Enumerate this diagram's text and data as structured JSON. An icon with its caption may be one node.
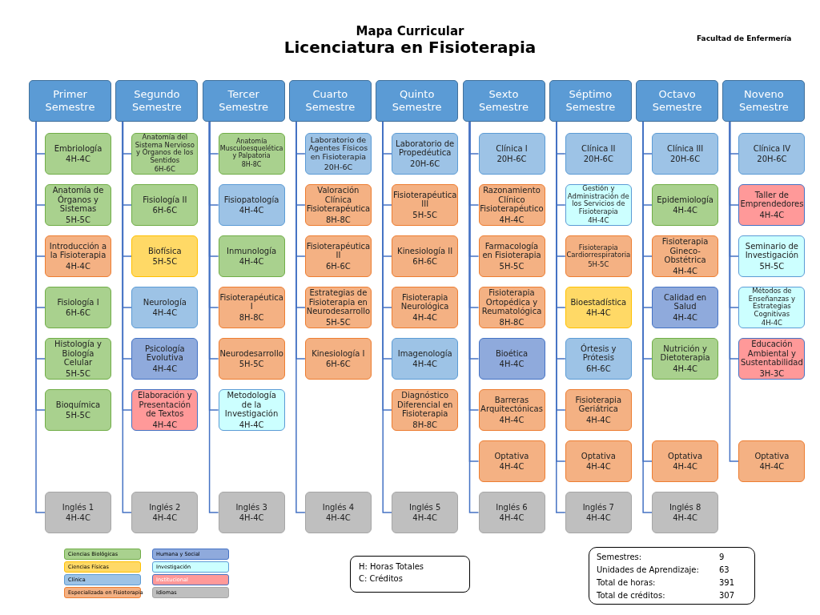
{
  "diagram": {
    "title": "Mapa Curricular",
    "nodes": [
      {
        "text": [
          "Primer Semestre"
        ]
      },
      {
        "text": [
          "Embriología",
          "4H-4C"
        ]
      },
      {
        "text": [
          "Anatomía de Órganos y Sistemas",
          "5H-5C"
        ]
      },
      {
        "text": [
          "Introducción a la Fisioterapia",
          "4H-4C"
        ]
      },
      {
        "text": [
          "Fisiología I",
          "6H-6C"
        ]
      },
      {
        "text": [
          "Histología y Biología Celular",
          "5H-5C"
        ]
      },
      {
        "text": [
          "Bioquímica",
          "5H-5C"
        ]
      },
      {
        "text": [
          "Inglés 1",
          "4H-4C"
        ]
      },
      {
        "text": [
          "Segundo Semestre"
        ]
      },
      {
        "text": [
          "Anatomía del Sistema Nervioso y Órganos de los Sentidos",
          "6H-6C"
        ]
      },
      {
        "text": [
          "Fisiología II",
          "6H-6C"
        ]
      },
      {
        "text": [
          "Biofísica",
          "5H-5C"
        ]
      },
      {
        "text": [
          "Neurología",
          "4H-4C"
        ]
      },
      {
        "text": [
          "Psicología Evolutiva",
          "4H-4C"
        ]
      },
      {
        "text": [
          "Elaboración y Presentación de Textos",
          "4H-4C"
        ]
      },
      {
        "text": [
          "Inglés 2",
          "4H-4C"
        ]
      },
      {
        "text": [
          "Tercer Semestre"
        ]
      },
      {
        "text": [
          "Anatomía Musculoesquelética y Palpatoria",
          "8H-8C"
        ]
      },
      {
        "text": [
          "Fisiopatología",
          "4H-4C"
        ]
      },
      {
        "text": [
          "Inmunología",
          "4H-4C"
        ]
      },
      {
        "text": [
          "Fisioterapéutica I",
          "8H-8C"
        ]
      },
      {
        "text": [
          "Neurodesarrollo",
          "5H-5C"
        ]
      },
      {
        "text": [
          "Metodología de la Investigación",
          "4H-4C"
        ]
      },
      {
        "text": [
          "Inglés 3",
          "4H-4C"
        ]
      },
      {
        "text": [
          "Cuarto Semestre"
        ]
      },
      {
        "text": [
          "Laboratorio de Agentes Físicos en Fisioterapia",
          "20H-6C"
        ]
      },
      {
        "text": [
          "Valoración Clínica Fisioterapéutica",
          "8H-8C"
        ]
      },
      {
        "text": [
          "Fisioterapéutica II",
          "6H-6C"
        ]
      },
      {
        "text": [
          "Estrategias de Fisioterapia en Neurodesarrollo",
          "5H-5C"
        ]
      },
      {
        "text": [
          "Kinesiología I",
          "6H-6C"
        ]
      },
      {
        "text": [
          "Inglés 4",
          "4H-4C"
        ]
      },
      {
        "text": [
          "Quinto Semestre"
        ]
      },
      {
        "text": [
          "Laboratorio de Propedéutica",
          "20H-6C"
        ]
      },
      {
        "text": [
          "Fisioterapéutica III",
          "5H-5C"
        ]
      },
      {
        "text": [
          "Kinesiología II",
          "6H-6C"
        ]
      },
      {
        "text": [
          "Fisioterapia Neurológica",
          "4H-4C"
        ]
      },
      {
        "text": [
          "Imagenología",
          "4H-4C"
        ]
      },
      {
        "text": [
          "Diagnóstico Diferencial en Fisioterapia",
          "8H-8C"
        ]
      },
      {
        "text": [
          "Inglés 5",
          "4H-4C"
        ]
      },
      {
        "text": [
          "Sexto Semestre"
        ]
      },
      {
        "text": [
          "Clínica I",
          "20H-6C"
        ]
      },
      {
        "text": [
          "Razonamiento Clínico Fisioterapéutico",
          "4H-4C"
        ]
      },
      {
        "text": [
          "Farmacología en Fisioterapia",
          "5H-5C"
        ]
      },
      {
        "text": [
          "Fisioterapia Ortopédica y Reumatológica",
          "8H-8C"
        ]
      },
      {
        "text": [
          "Bioética",
          "4H-4C"
        ]
      },
      {
        "text": [
          "Barreras Arquitectónicas",
          "4H-4C"
        ]
      },
      {
        "text": [
          "Optativa",
          "4H-4C"
        ]
      },
      {
        "text": [
          "Inglés 6",
          "4H-4C"
        ]
      },
      {
        "text": [
          "Séptimo Semestre"
        ]
      },
      {
        "text": [
          "Clínica II",
          "20H-6C"
        ]
      },
      {
        "text": [
          "Gestión y Administración de los Servicios de Fisioterapia",
          "4H-4C"
        ]
      },
      {
        "text": [
          "Fisioterapia Cardiorrespiratoria",
          "5H-5C"
        ]
      },
      {
        "text": [
          "Bioestadística",
          "4H-4C"
        ]
      },
      {
        "text": [
          "Órtesis y Prótesis",
          "6H-6C"
        ]
      },
      {
        "text": [
          "Fisioterapia Geriátrica",
          "4H-4C"
        ]
      },
      {
        "text": [
          "Optativa",
          "4H-4C"
        ]
      },
      {
        "text": [
          "Inglés 7",
          "4H-4C"
        ]
      },
      {
        "text": [
          "Octavo Semestre"
        ]
      },
      {
        "text": [
          "Clínica III",
          "20H-6C"
        ]
      },
      {
        "text": [
          "Epidemiología",
          "4H-4C"
        ]
      },
      {
        "text": [
          "Fisioterapia Gineco-Obstétrica",
          "4H-4C"
        ]
      },
      {
        "text": [
          "Calidad en Salud",
          "4H-4C"
        ]
      },
      {
        "text": [
          "Nutrición y Dietoterapia",
          "4H-4C"
        ]
      },
      {
        "text": [
          "Optativa",
          "4H-4C"
        ]
      },
      {
        "text": [
          "Inglés 8",
          "4H-4C"
        ]
      },
      {
        "text": [
          "Noveno Semestre"
        ]
      },
      {
        "text": [
          "Clínica IV",
          "20H-6C"
        ]
      },
      {
        "text": [
          "Taller de Emprendedores",
          "4H-4C"
        ]
      },
      {
        "text": [
          "Seminario de Investigación",
          "5H-5C"
        ]
      },
      {
        "text": [
          "Métodos de Enseñanzas y Estrategias Cognitivas",
          "4H-4C"
        ]
      },
      {
        "text": [
          "Educación Ambiental y Sustentabilidad",
          "3H-3C"
        ]
      },
      {
        "text": [
          "Optativa",
          "4H-4C"
        ]
      }
    ],
    "edges": [
      {
        "from": 0,
        "to": 1,
        "arrow": "none"
      },
      {
        "from": 0,
        "to": 2,
        "arrow": "none"
      },
      {
        "from": 0,
        "to": 3,
        "arrow": "none"
      },
      {
        "from": 0,
        "to": 4,
        "arrow": "none"
      },
      {
        "from": 0,
        "to": 5,
        "arrow": "none"
      },
      {
        "from": 0,
        "to": 6,
        "arrow": "none"
      },
      {
        "from": 0,
        "to": 7,
        "arrow": "none"
      },
      {
        "from": 8,
        "to": 9,
        "arrow": "none"
      },
      {
        "from": 8,
        "to": 10,
        "arrow": "none"
      },
      {
        "from": 8,
        "to": 11,
        "arrow": "none"
      },
      {
        "from": 8,
        "to": 12,
        "arrow": "none"
      },
      {
        "from": 8,
        "to": 13,
        "arrow": "none"
      },
      {
        "from": 8,
        "to": 14,
        "arrow": "none"
      },
      {
        "from": 8,
        "to": 15,
        "arrow": "none"
      },
      {
        "from": 16,
        "to": 17,
        "arrow": "none"
      },
      {
        "from": 16,
        "to": 18,
        "arrow": "none"
      },
      {
        "from": 16,
        "to": 19,
        "arrow": "none"
      },
      {
        "from": 16,
        "to": 20,
        "arrow": "none"
      },
      {
        "from": 16,
        "to": 21,
        "arrow": "none"
      },
      {
        "from": 16,
        "to": 22,
        "arrow": "none"
      },
      {
        "from": 16,
        "to": 23,
        "arrow": "none"
      },
      {
        "from": 24,
        "to": 25,
        "arrow": "none"
      },
      {
        "from": 24,
        "to": 26,
        "arrow": "none"
      },
      {
        "from": 24,
        "to": 27,
        "arrow": "none"
      },
      {
        "from": 24,
        "to": 28,
        "arrow": "none"
      },
      {
        "from": 24,
        "to": 29,
        "arrow": "none"
      },
      {
        "from": 24,
        "to": 30,
        "arrow": "none"
      },
      {
        "from": 31,
        "to": 32,
        "arrow": "none"
      },
      {
        "from": 31,
        "to": 33,
        "arrow": "none"
      },
      {
        "from": 31,
        "to": 34,
        "arrow": "none"
      },
      {
        "from": 31,
        "to": 35,
        "arrow": "none"
      },
      {
        "from": 31,
        "to": 36,
        "arrow": "none"
      },
      {
        "from": 31,
        "to": 37,
        "arrow": "none"
      },
      {
        "from": 31,
        "to": 38,
        "arrow": "none"
      },
      {
        "from": 39,
        "to": 40,
        "arrow": "none"
      },
      {
        "from": 39,
        "to": 41,
        "arrow": "none"
      },
      {
        "from": 39,
        "to": 42,
        "arrow": "none"
      },
      {
        "from": 39,
        "to": 43,
        "arrow": "none"
      },
      {
        "from": 39,
        "to": 44,
        "arrow": "none"
      },
      {
        "from": 39,
        "to": 45,
        "arrow": "none"
      },
      {
        "from": 39,
        "to": 46,
        "arrow": "none"
      },
      {
        "from": 39,
        "to": 47,
        "arrow": "none"
      },
      {
        "from": 48,
        "to": 49,
        "arrow": "none"
      },
      {
        "from": 48,
        "to": 50,
        "arrow": "none"
      },
      {
        "from": 48,
        "to": 51,
        "arrow": "none"
      },
      {
        "from": 48,
        "to": 52,
        "arrow": "none"
      },
      {
        "from": 48,
        "to": 53,
        "arrow": "none"
      },
      {
        "from": 48,
        "to": 54,
        "arrow": "none"
      },
      {
        "from": 48,
        "to": 55,
        "arrow": "none"
      },
      {
        "from": 48,
        "to": 56,
        "arrow": "none"
      },
      {
        "from": 57,
        "to": 58,
        "arrow": "none"
      },
      {
        "from": 57,
        "to": 59,
        "arrow": "none"
      },
      {
        "from": 57,
        "to": 60,
        "arrow": "none"
      },
      {
        "from": 57,
        "to": 61,
        "arrow": "none"
      },
      {
        "from": 57,
        "to": 62,
        "arrow": "none"
      },
      {
        "from": 57,
        "to": 63,
        "arrow": "none"
      },
      {
        "from": 57,
        "to": 64,
        "arrow": "none"
      },
      {
        "from": 65,
        "to": 66,
        "arrow": "none"
      },
      {
        "from": 65,
        "to": 67,
        "arrow": "none"
      },
      {
        "from": 65,
        "to": 68,
        "arrow": "none"
      },
      {
        "from": 65,
        "to": 69,
        "arrow": "none"
      },
      {
        "from": 65,
        "to": 70,
        "arrow": "none"
      },
      {
        "from": 65,
        "to": 71,
        "arrow": "none"
      }
    ],
    "labels": [
      "Licenciatura en Fisioterapia",
      "Facultad de Enfermería",
      "H: Horas Totales",
      "C: Créditos",
      "Semestres:",
      "9",
      "Unidades de Aprendizaje:",
      "63",
      "Total de horas:",
      "391",
      "Total de créditos:",
      "307"
    ],
    "legend": [
      {
        "text": "Ciencias Biológicas",
        "color": "#a9d18e"
      },
      {
        "text": "Ciencias Físicas",
        "color": "#ffd966"
      },
      {
        "text": "Clínica",
        "color": "#9dc3e6"
      },
      {
        "text": "Especializada en Fisioterapia",
        "color": "#f4b183"
      },
      {
        "text": "Humana y Social",
        "color": "#8faadc"
      },
      {
        "text": "Investigación",
        "color": "#ccffff"
      },
      {
        "text": "Institucional",
        "color": "#ff9999"
      },
      {
        "text": "Idiomas",
        "color": "#bfbfbf"
      }
    ]
  }
}
